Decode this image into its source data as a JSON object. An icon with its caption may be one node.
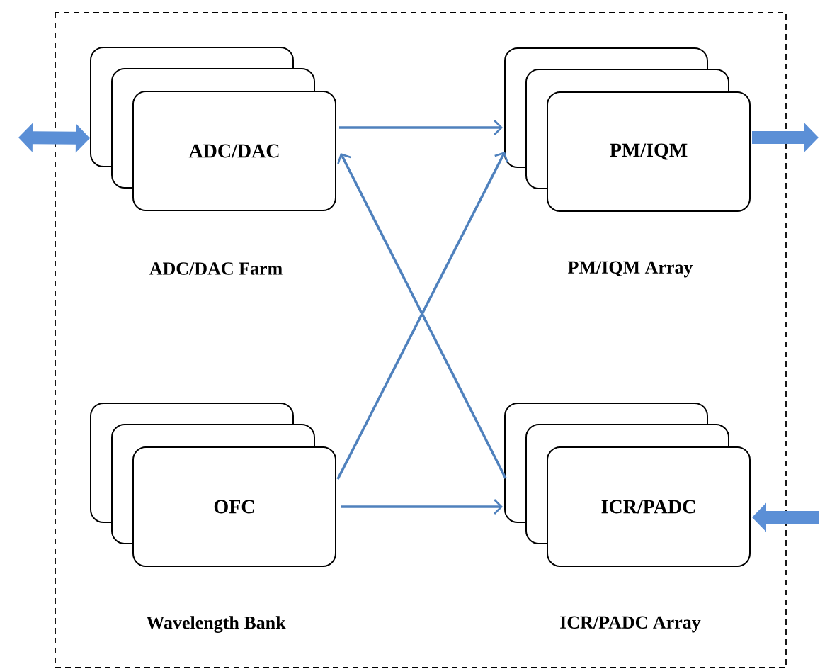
{
  "diagram": {
    "nodes": [
      {
        "text": [
          "ADC/DAC"
        ],
        "beside": [
          "ADC/DAC Farm"
        ]
      },
      {
        "text": [
          "PM/IQM"
        ],
        "beside": [
          "PM/IQM Array"
        ]
      },
      {
        "text": [
          "OFC"
        ],
        "beside": [
          "Wavelength Bank"
        ]
      },
      {
        "text": [
          "ICR/PADC"
        ],
        "beside": [
          "ICR/PADC Array"
        ]
      }
    ],
    "edges": [
      {
        "from": null,
        "to": 0,
        "arrow": "both",
        "style": "thick"
      },
      {
        "from": 0,
        "to": 1,
        "arrow": "to"
      },
      {
        "from": 3,
        "to": 0,
        "arrow": "to"
      },
      {
        "from": 2,
        "to": 1,
        "arrow": "to"
      },
      {
        "from": 2,
        "to": 3,
        "arrow": "to"
      },
      {
        "from": 1,
        "to": null,
        "arrow": "to",
        "style": "thick"
      },
      {
        "from": null,
        "to": 3,
        "arrow": "to",
        "style": "thick"
      }
    ]
  }
}
